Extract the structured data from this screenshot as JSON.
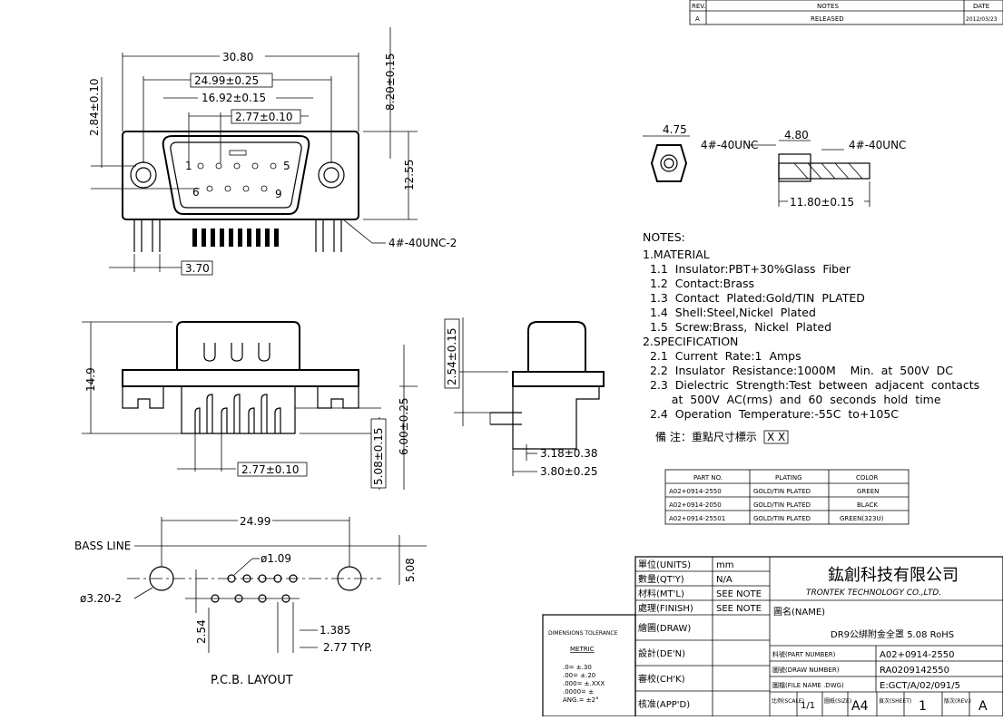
{
  "revision_table": {
    "headers": [
      "REV.",
      "NOTES",
      "DATE"
    ],
    "rows": [
      [
        "A",
        "RELEASED",
        "2012/03/23"
      ]
    ]
  },
  "front_view": {
    "dim_overall": "30.80",
    "dim_boss_span": "24.99±0.25",
    "dim_pin_row": "16.92±0.15",
    "dim_pitch": "2.77±0.10",
    "dim_height": "8.20±0.15",
    "dim_left": "2.84±0.10",
    "dim_body": "12.55",
    "dim_tail": "3.70",
    "screw_label": "4#-40UNC-2",
    "pin_labels": [
      "1",
      "5",
      "6",
      "9"
    ]
  },
  "side_view": {
    "dim_height": "14.9",
    "dim_pitch": "2.77±0.10",
    "dim_tail": "5.08±0.15",
    "dim_total": "6.00±0.25"
  },
  "end_view": {
    "dim_top": "2.54±0.15",
    "dim_a": "3.18±0.38",
    "dim_b": "3.80±0.25"
  },
  "hardware": {
    "hex_width": "4.75",
    "hex_thread": "4#-40UNC",
    "screw_width": "4.80",
    "screw_thread": "4#-40UNC",
    "screw_length": "11.80±0.15"
  },
  "notes": {
    "title": "NOTES:",
    "lines": [
      "1.MATERIAL",
      "  1.1  Insulator:PBT+30%Glass  Fiber",
      "  1.2  Contact:Brass",
      "  1.3  Contact  Plated:Gold/TIN  PLATED",
      "  1.4  Shell:Steel,Nickel  Plated",
      "  1.5  Screw:Brass,  Nickel  Plated",
      "2.SPECIFICATION",
      "  2.1  Current  Rate:1  Amps",
      "  2.2  Insulator  Resistance:1000M    Min.  at  500V  DC",
      "  2.3  Dielectric  Strength:Test  between  adjacent  contacts",
      "        at  500V  AC(rms)  and  60  seconds  hold  time",
      "  2.4  Operation  Temperature:-55C  to+105C"
    ],
    "remark": "備 注：重點尺寸標示",
    "remark_box": "X X"
  },
  "part_table": {
    "headers": [
      "PART NO.",
      "PLATING",
      "COLOR"
    ],
    "rows": [
      [
        "A02+0914-2550",
        "GOLD/TIN PLATED",
        "GREEN"
      ],
      [
        "A02+0914-2050",
        "GOLD/TIN PLATED",
        "BLACK"
      ],
      [
        "A02+0914-25501",
        "GOLD/TIN PLATED",
        "GREEN(323U)"
      ]
    ]
  },
  "pcb": {
    "bass_line": "BASS LINE",
    "dim_span": "24.99",
    "dim_hole": "ø1.09",
    "dim_mount": "ø3.20-2",
    "dim_vert": "5.08",
    "dim_row": "2.54",
    "dim_offset": "1.385",
    "dim_pitch": "2.77 TYP.",
    "title": "P.C.B.  LAYOUT"
  },
  "title_block": {
    "left_rows": [
      [
        "單位(UNITS)",
        "mm"
      ],
      [
        "數量(QT'Y)",
        "N/A"
      ],
      [
        "材料(MT'L)",
        "SEE NOTE"
      ],
      [
        "處理(FINISH)",
        "SEE NOTE"
      ]
    ],
    "sign_rows": [
      "繪圖(DRAW)",
      "設計(DE'N)",
      "審校(CH'K)",
      "核准(APP'D)"
    ],
    "tolerance": {
      "title": "DIMENSIONS TOLERANCE",
      "metric": "METRIC",
      "lines": [
        ".0= ±.30",
        ".00= ±.20",
        ".000= ±.XXX",
        ".0000= ±",
        "ANG.= ±2°"
      ]
    },
    "company_cn": "鈜創科技有限公司",
    "company_en": "TRONTEK  TECHNOLOGY  CO.,LTD.",
    "name_label": "圖名(NAME)",
    "name_value": "DR9公綁附金全罩  5.08  RoHS",
    "info_rows": [
      [
        "料號(PART  NUMBER)",
        "A02+0914-2550"
      ],
      [
        "圖號(DRAW  NUMBER)",
        "RA0209142550"
      ],
      [
        "圖檔(FILE  NAME .DWG)",
        "E:GCT/A/02/091/5"
      ]
    ],
    "scale_label": "比例(SCALE)",
    "scale_value": "1/1",
    "size_label": "圖紙(SIZE)",
    "size_value": "A4",
    "sheet_label": "頁次(SHEET)",
    "sheet_value": "1",
    "rev_label": "版次(REV.)",
    "rev_value": "A"
  }
}
